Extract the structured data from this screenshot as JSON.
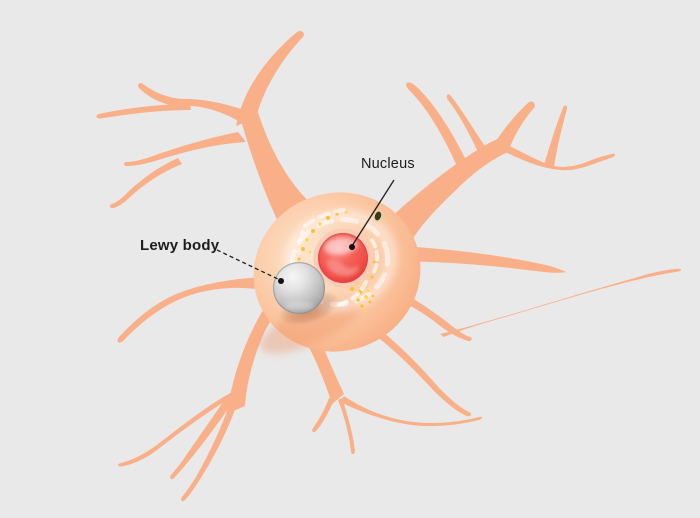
{
  "figure": {
    "type": "medical-illustration",
    "subject": "Neuron (nerve cell) containing a Lewy body",
    "background_color": "#e9e9e9",
    "labels": {
      "nucleus": "Nucleus",
      "lewy_body": "Lewy body"
    },
    "parts": [
      {
        "name": "dendrites",
        "color": "#f9b089"
      },
      {
        "name": "soma",
        "color_center": "#fcd8b8",
        "color_edge": "#f5a277"
      },
      {
        "name": "nucleus",
        "color": "#f2564e",
        "rim_color": "#e04542"
      },
      {
        "name": "lewy-body",
        "color": "#c6c6c6",
        "highlight": "#f5f5f5",
        "rim": "#8f8f8f"
      },
      {
        "name": "granules",
        "color": "#f6c42d"
      },
      {
        "name": "dark-spot",
        "color": "#3c3a18"
      }
    ],
    "pointer_lines": {
      "nucleus": {
        "style": "solid",
        "color": "#1f1f1f"
      },
      "lewy_body": {
        "style": "dashed",
        "color": "#1f1f1f"
      }
    }
  }
}
